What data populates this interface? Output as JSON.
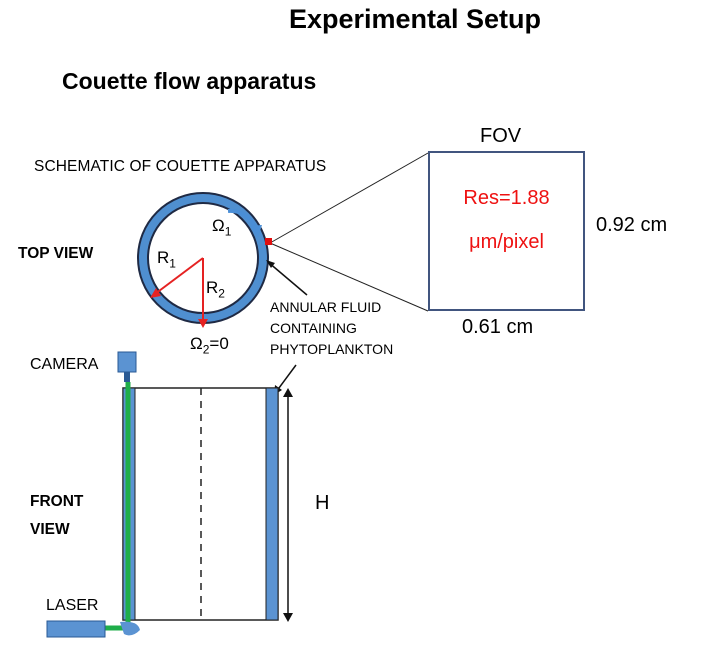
{
  "title": "Experimental Setup",
  "subtitle": "Couette flow apparatus",
  "schematic_label": "SCHEMATIC OF COUETTE APPARATUS",
  "top_view_label": "TOP VIEW",
  "front_view_label": [
    "FRONT",
    "VIEW"
  ],
  "omega1": {
    "base": "Ω",
    "sub": "1"
  },
  "omega2": {
    "base": "Ω",
    "sub": "2",
    "suffix": "=0"
  },
  "r1": {
    "base": "R",
    "sub": "1"
  },
  "r2": {
    "base": "R",
    "sub": "2"
  },
  "annular_label": [
    "ANNULAR FLUID",
    "CONTAINING",
    "PHYTOPLANKTON"
  ],
  "camera_label": "CAMERA",
  "laser_label": "LASER",
  "height_label": "H",
  "fov": {
    "title": "FOV",
    "res_line1": "Res=1.88",
    "res_line2": "μm/pixel",
    "height": "0.92 cm",
    "width": "0.61 cm"
  },
  "colors": {
    "annulus_fill": "#4f8fd0",
    "outline": "#1f2a44",
    "radius_arrow": "#e52222",
    "laser_path": "#1fae4a",
    "fov_border": "#41557f",
    "res_text": "#ee1111",
    "apparatus_blue": "#5b93d2"
  }
}
